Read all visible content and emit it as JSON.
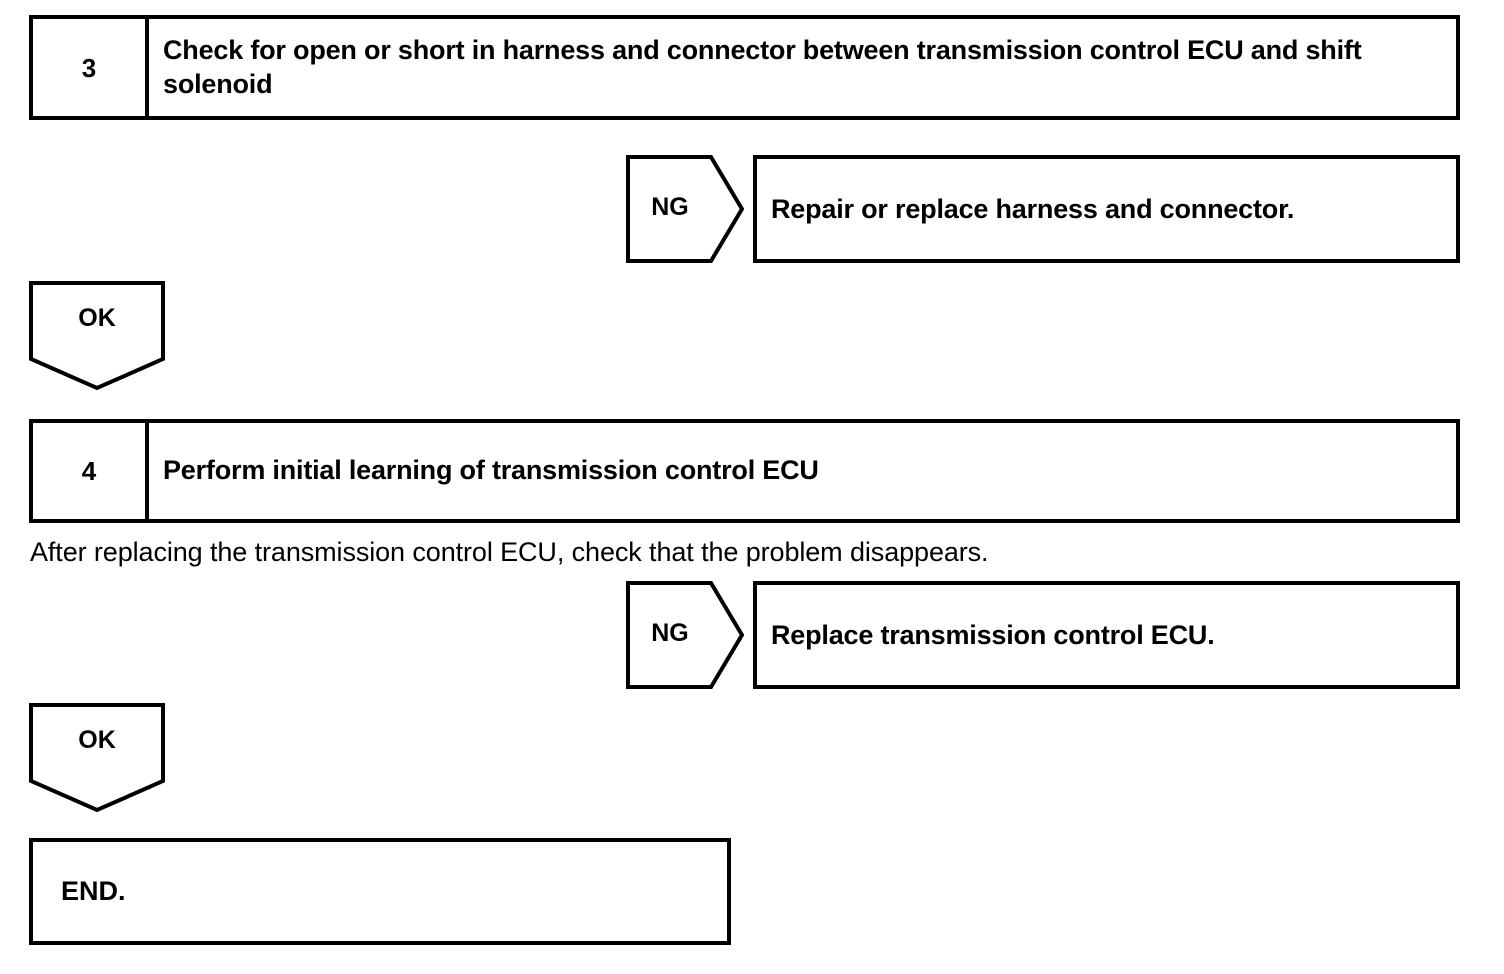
{
  "diagram": {
    "type": "troubleshooting-flowchart",
    "steps": [
      {
        "number": "3",
        "title": "Check for open or short in harness and connector between transmission control ECU and shift solenoid",
        "note": "",
        "ng_label": "NG",
        "ng_result": "Repair or replace harness and connector.",
        "ok_label": "OK"
      },
      {
        "number": "4",
        "title": "Perform initial learning of transmission control ECU",
        "note": "After replacing the transmission control ECU, check that the problem disappears.",
        "ng_label": "NG",
        "ng_result": "Replace transmission control ECU.",
        "ok_label": "OK"
      }
    ],
    "end": {
      "label": "END."
    },
    "colors": {
      "stroke": "#000000",
      "fill": "#ffffff",
      "text": "#000000"
    }
  }
}
